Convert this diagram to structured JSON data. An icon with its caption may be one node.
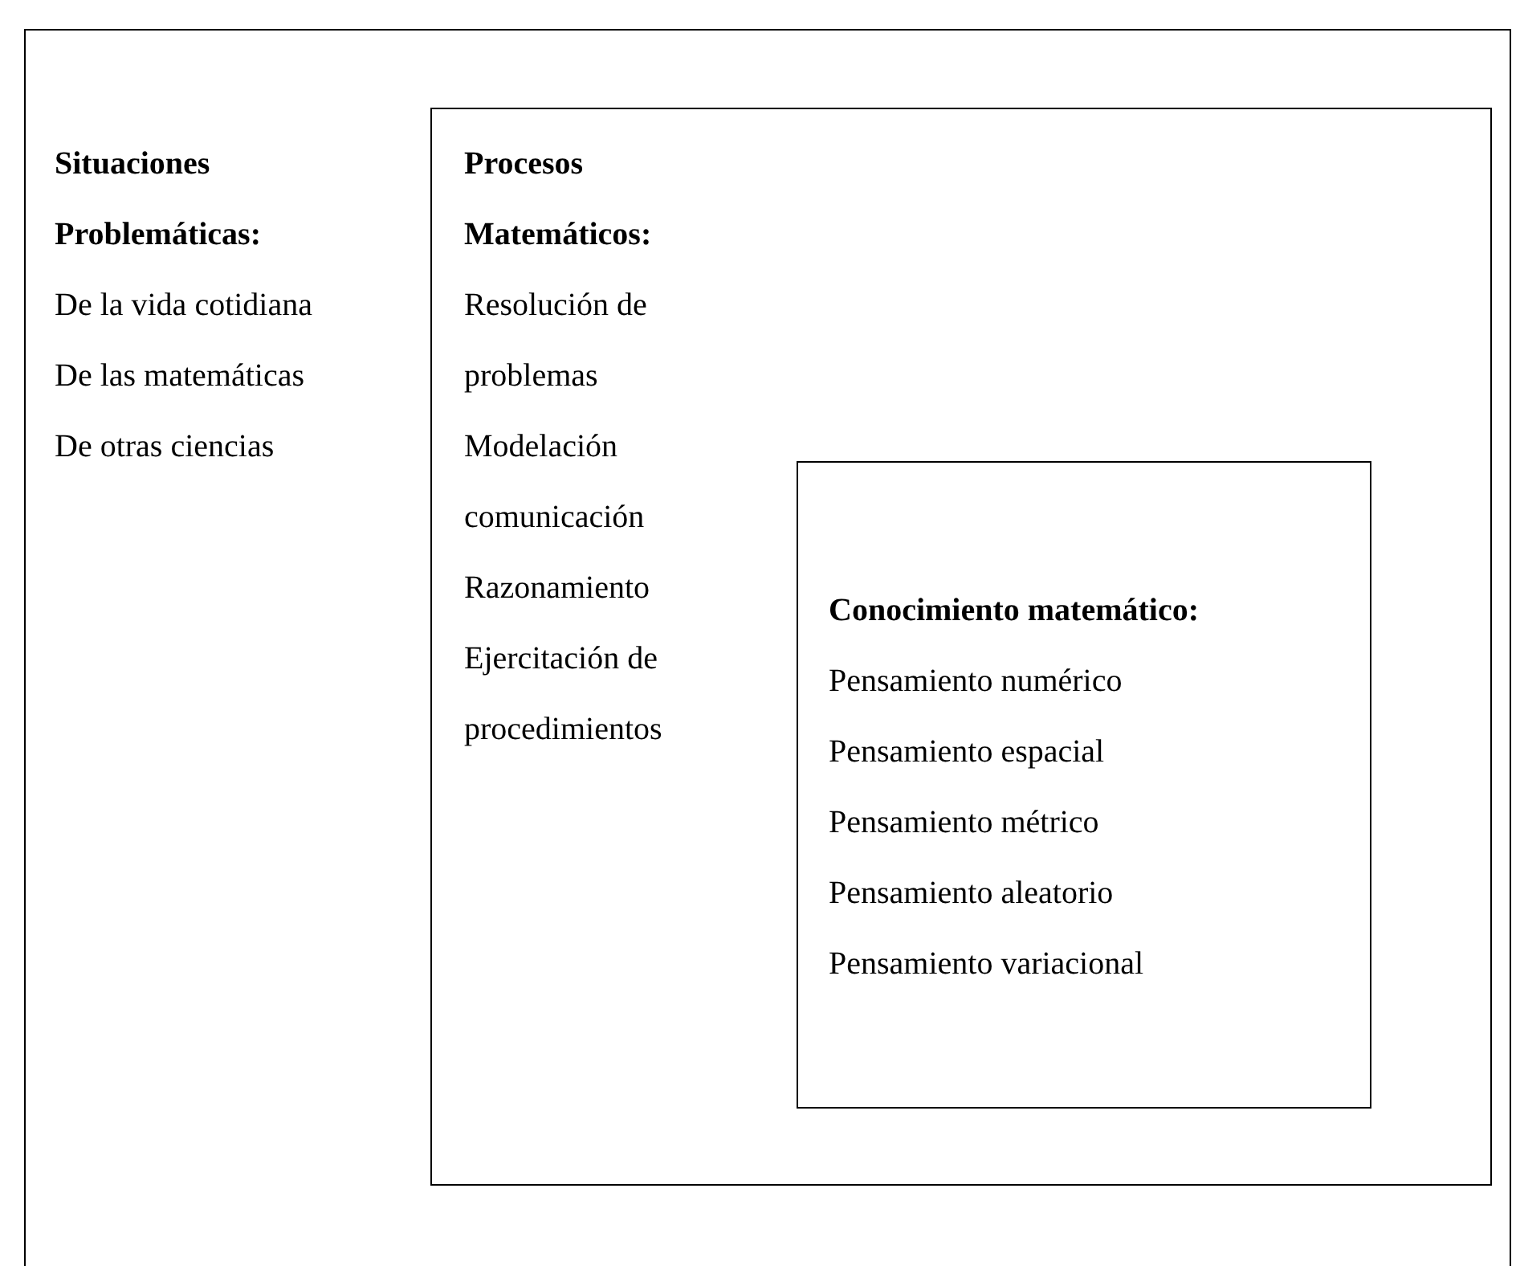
{
  "diagram": {
    "nodes": [
      {
        "text": [
          "Situaciones Problemáticas:",
          "De la vida cotidiana",
          "De las matemáticas",
          "De otras ciencias"
        ]
      },
      {
        "text": [
          "Procesos Matemáticos:",
          "Resolución de problemas",
          "Modelación comunicación",
          "Razonamiento",
          "Ejercitación de procedimientos"
        ],
        "in": 0
      },
      {
        "text": [
          "Conocimiento matemático:",
          "Pensamiento numérico",
          "Pensamiento espacial",
          "Pensamiento métrico",
          "Pensamiento aleatorio",
          "Pensamiento variacional"
        ],
        "in": 1
      }
    ],
    "edges": []
  }
}
